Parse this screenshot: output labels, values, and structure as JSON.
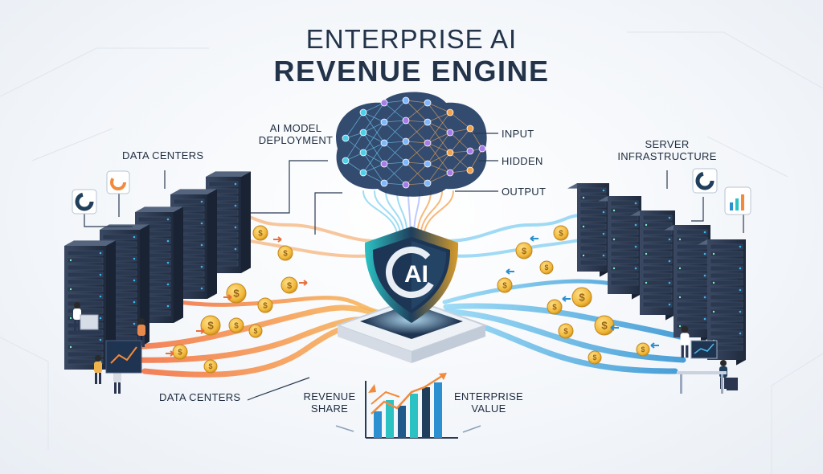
{
  "title_line1": "ENTERPRISE AI",
  "title_line2": "REVENUE ENGINE",
  "labels": {
    "data_centers_top": "DATA CENTERS",
    "ai_model_l1": "AI MODEL",
    "ai_model_l2": "DEPLOYMENT",
    "input": "INPUT",
    "hidden": "HIDDEN",
    "output": "OUTPUT",
    "server_l1": "SERVER",
    "server_l2": "INFRASTRUCTURE",
    "data_centers_bottom": "DATA CENTERS",
    "revenue_l1": "REVENUE",
    "revenue_l2": "SHARE",
    "enterprise_l1": "ENTERPRISE",
    "enterprise_l2": "VALUE"
  },
  "shield_text": "AI",
  "coin_symbol": "$",
  "icons": [
    "server-rack-icon",
    "dollar-coin-icon",
    "neural-network-icon",
    "shield-ai-icon",
    "bar-chart-icon",
    "person-icon",
    "pie-chart-icon"
  ],
  "colors": {
    "title": "#22334a",
    "rack": "#2c3a52",
    "rack_light": "#55657e",
    "led_blue": "#3fb4f0",
    "orange_flow": "#f28a3c",
    "blue_flow": "#4ab6e8",
    "coin": "#f1b83a",
    "shield": "#1f3f5c",
    "shield_teal": "#2bc2c4",
    "shield_gold": "#d69b2c",
    "brain_node": "#4fd0e8",
    "brain_node_purple": "#a77ce8"
  }
}
